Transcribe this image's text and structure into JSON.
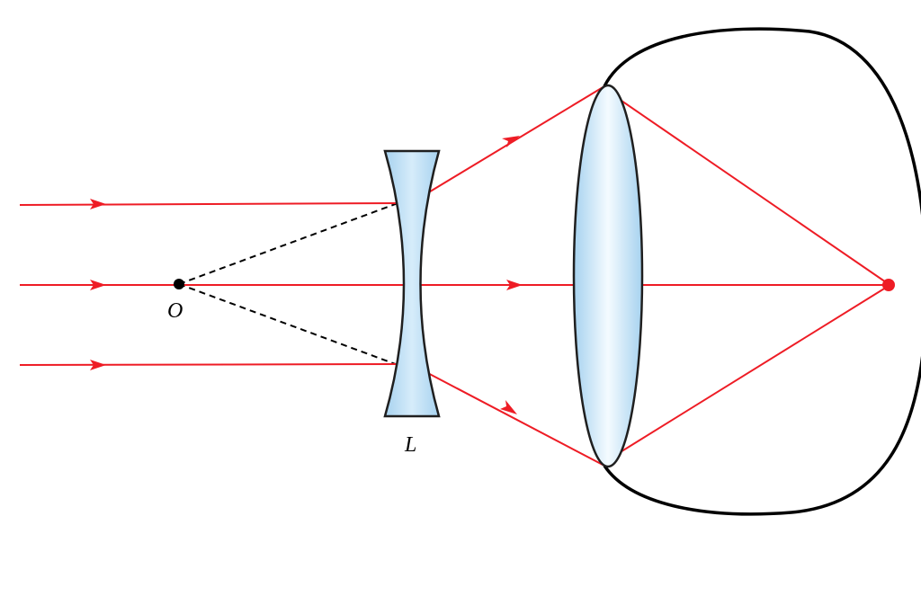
{
  "labels": {
    "point": "O",
    "lens": "L"
  },
  "colors": {
    "ray": "#ee1c25",
    "construction": "#000000",
    "outline": "#000000",
    "lens_fill_light": "#f4fbff",
    "lens_fill_dark": "#a7d2ef",
    "lens_stroke": "#1f1f1f",
    "focus_point": "#ee1c25",
    "point_o": "#000000"
  },
  "components": {
    "concave_lens": "diverging-lens",
    "eye_lens": "converging-lens",
    "eyeball": "eyeball-outline"
  }
}
